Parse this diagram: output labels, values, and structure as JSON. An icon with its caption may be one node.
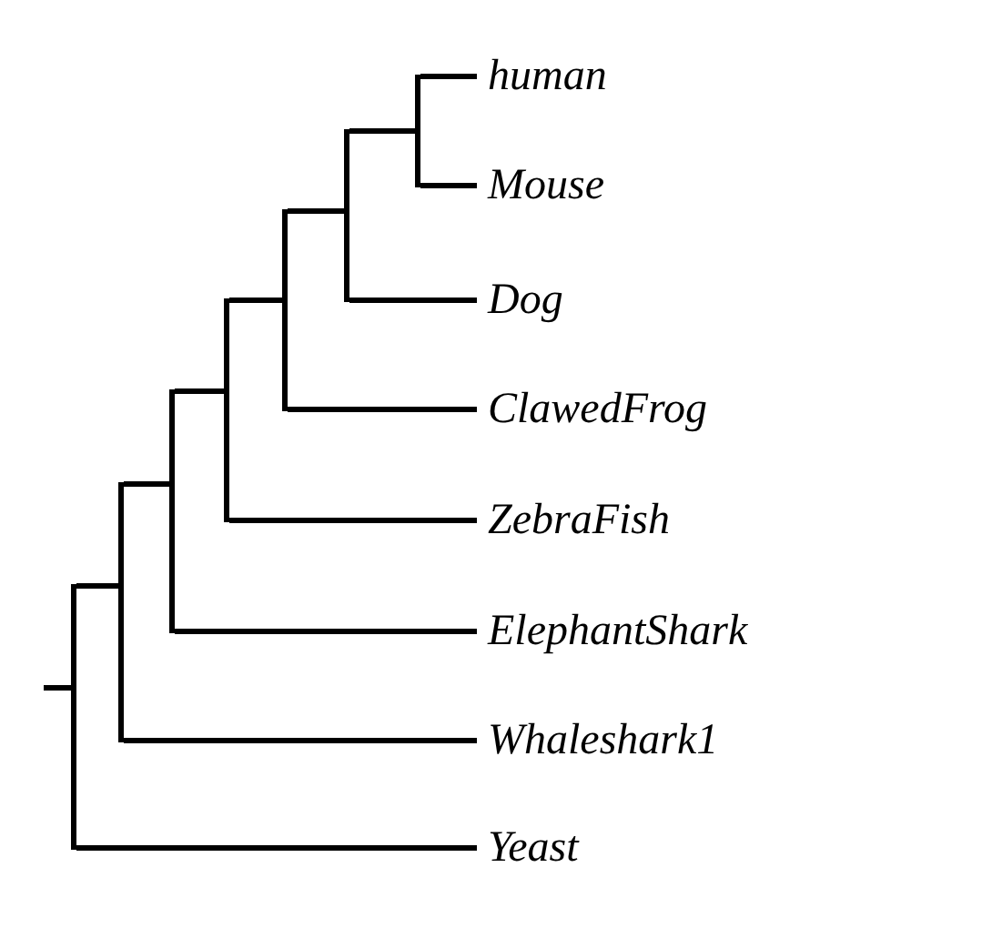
{
  "diagram": {
    "nodes": [
      {
        "text": [],
        "shape": "bar"
      },
      {
        "text": [],
        "shape": "bar"
      },
      {
        "text": [],
        "shape": "bar"
      },
      {
        "text": [],
        "shape": "bar"
      },
      {
        "text": [],
        "shape": "bar"
      },
      {
        "text": [],
        "shape": "bar"
      },
      {
        "text": [],
        "shape": "bar"
      },
      {
        "text": [
          "human"
        ]
      },
      {
        "text": [
          "Mouse"
        ]
      },
      {
        "text": [
          "Dog"
        ]
      },
      {
        "text": [
          "ClawedFrog"
        ]
      },
      {
        "text": [
          "ZebraFish"
        ]
      },
      {
        "text": [
          "ElephantShark"
        ]
      },
      {
        "text": [
          "Whaleshark1"
        ]
      },
      {
        "text": [
          "Yeast"
        ]
      }
    ],
    "edges": [
      {
        "from": null,
        "to": 0,
        "arrow": "none"
      },
      {
        "from": 0,
        "to": 1,
        "arrow": "none"
      },
      {
        "from": 0,
        "to": 14,
        "arrow": "none"
      },
      {
        "from": 1,
        "to": 2,
        "arrow": "none"
      },
      {
        "from": 1,
        "to": 13,
        "arrow": "none"
      },
      {
        "from": 2,
        "to": 3,
        "arrow": "none"
      },
      {
        "from": 2,
        "to": 12,
        "arrow": "none"
      },
      {
        "from": 3,
        "to": 4,
        "arrow": "none"
      },
      {
        "from": 3,
        "to": 11,
        "arrow": "none"
      },
      {
        "from": 4,
        "to": 5,
        "arrow": "none"
      },
      {
        "from": 4,
        "to": 10,
        "arrow": "none"
      },
      {
        "from": 5,
        "to": 6,
        "arrow": "none"
      },
      {
        "from": 5,
        "to": 9,
        "arrow": "none"
      },
      {
        "from": 6,
        "to": 7,
        "arrow": "none"
      },
      {
        "from": 6,
        "to": 8,
        "arrow": "none"
      }
    ]
  }
}
